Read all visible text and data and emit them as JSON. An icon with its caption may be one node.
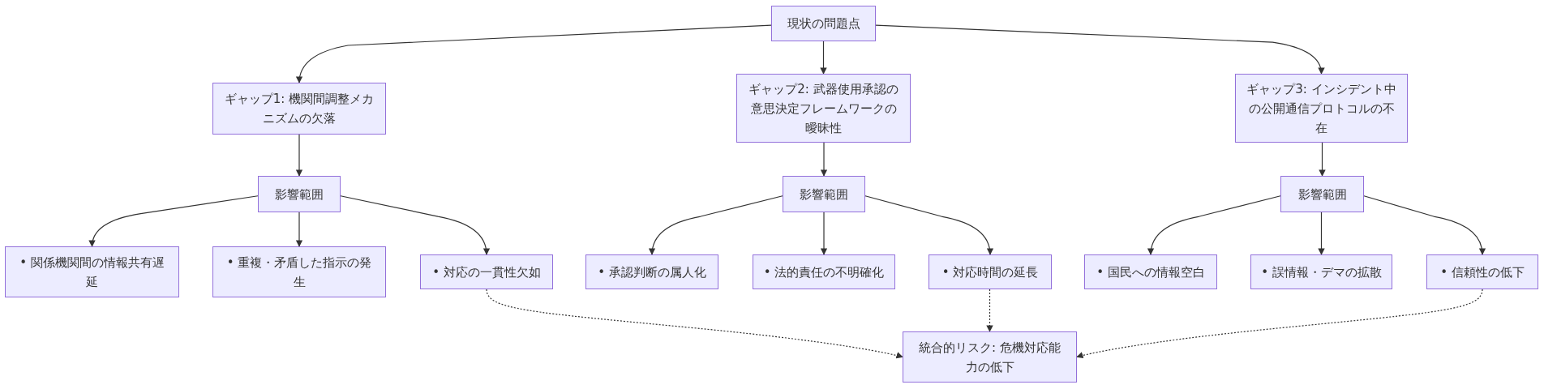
{
  "diagram": {
    "nodes": [
      {
        "text": [
          "現状の問題点"
        ]
      },
      {
        "text": [
          "ギャップ1: 機関間調整メカニズムの欠落"
        ]
      },
      {
        "text": [
          "ギャップ2: 武器使用承認の意思決定フレームワークの曖昧性"
        ]
      },
      {
        "text": [
          "ギャップ3: インシデント中の公開通信プロトコルの不在"
        ]
      },
      {
        "text": [
          "影響範囲"
        ]
      },
      {
        "text": [
          "影響範囲"
        ]
      },
      {
        "text": [
          "影響範囲"
        ]
      },
      {
        "text": [
          "• 関係機関間の情報共有遅延"
        ]
      },
      {
        "text": [
          "• 重複・矛盾した指示の発生"
        ]
      },
      {
        "text": [
          "• 対応の一貫性欠如"
        ]
      },
      {
        "text": [
          "• 承認判断の属人化"
        ]
      },
      {
        "text": [
          "• 法的責任の不明確化"
        ]
      },
      {
        "text": [
          "• 対応時間の延長"
        ]
      },
      {
        "text": [
          "• 国民への情報空白"
        ]
      },
      {
        "text": [
          "• 誤情報・デマの拡散"
        ]
      },
      {
        "text": [
          "• 信頼性の低下"
        ]
      },
      {
        "text": [
          "統合的リスク: 危機対応能力の低下"
        ]
      }
    ],
    "edges": [
      {
        "from": 0,
        "to": 1,
        "arrow": "to"
      },
      {
        "from": 0,
        "to": 2,
        "arrow": "to"
      },
      {
        "from": 0,
        "to": 3,
        "arrow": "to"
      },
      {
        "from": 1,
        "to": 4,
        "arrow": "to"
      },
      {
        "from": 2,
        "to": 5,
        "arrow": "to"
      },
      {
        "from": 3,
        "to": 6,
        "arrow": "to"
      },
      {
        "from": 4,
        "to": 7,
        "arrow": "to"
      },
      {
        "from": 4,
        "to": 8,
        "arrow": "to"
      },
      {
        "from": 4,
        "to": 9,
        "arrow": "to"
      },
      {
        "from": 5,
        "to": 10,
        "arrow": "to"
      },
      {
        "from": 5,
        "to": 11,
        "arrow": "to"
      },
      {
        "from": 5,
        "to": 12,
        "arrow": "to"
      },
      {
        "from": 6,
        "to": 13,
        "arrow": "to"
      },
      {
        "from": 6,
        "to": 14,
        "arrow": "to"
      },
      {
        "from": 6,
        "to": 15,
        "arrow": "to"
      },
      {
        "from": 9,
        "to": 16,
        "arrow": "to",
        "style": "dashed"
      },
      {
        "from": 12,
        "to": 16,
        "arrow": "to",
        "style": "dashed"
      },
      {
        "from": 15,
        "to": 16,
        "arrow": "to",
        "style": "dashed"
      }
    ]
  }
}
